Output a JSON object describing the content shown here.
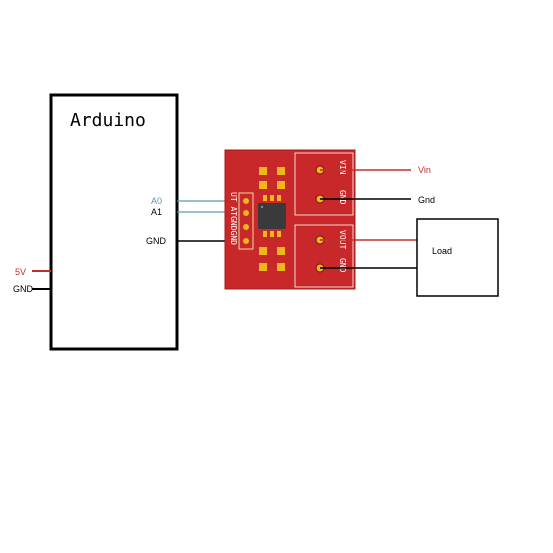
{
  "arduino": {
    "title": "Arduino",
    "pins": {
      "a0": "A0",
      "a1": "A1",
      "gnd": "GND",
      "v5": "5V",
      "gnd_left": "GND"
    }
  },
  "module": {
    "header_pins": "UT ATGNDGND",
    "vin_terminal": {
      "top": "VIN",
      "bottom": "GND"
    },
    "vout_terminal": {
      "top": "VOUT",
      "bottom": "GND"
    }
  },
  "supply": {
    "vin": "Vin",
    "gnd": "Gnd"
  },
  "load": {
    "label": "Load"
  },
  "colors": {
    "board": "#c8282a",
    "board_dark": "#a51c1e",
    "pad": "#f2b51c",
    "chip": "#3a3a3a",
    "power_wire": "#c0302a",
    "signal_wire": "#5c9aa6",
    "ground_wire": "#000000"
  }
}
